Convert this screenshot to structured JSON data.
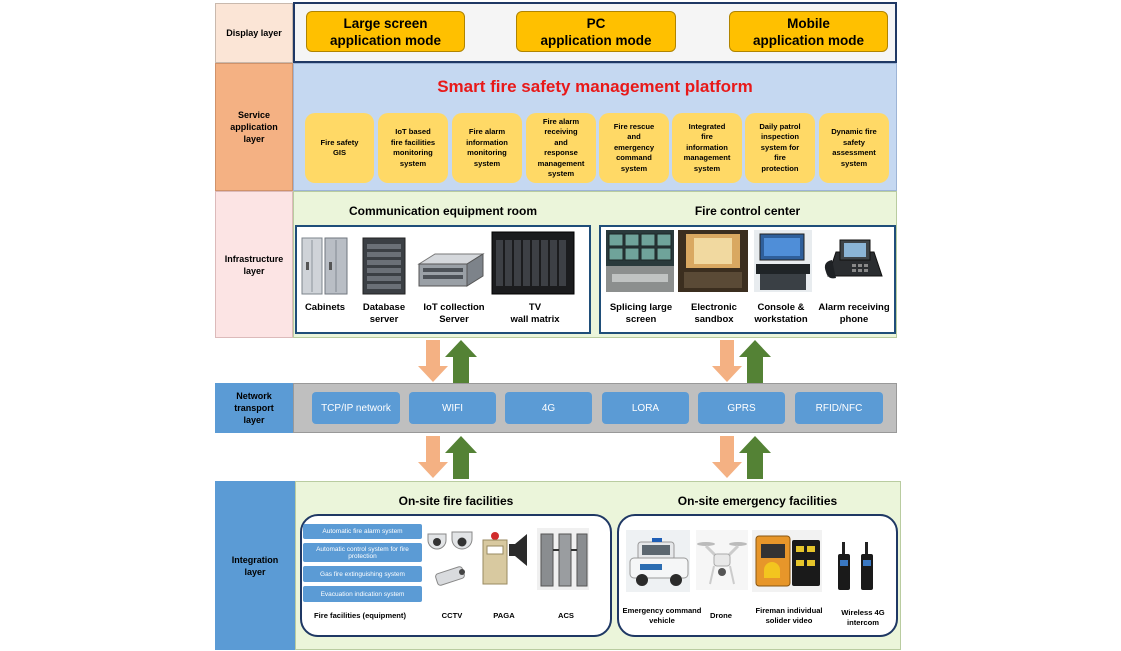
{
  "layers": {
    "display": "Display layer",
    "service": "Service application layer",
    "infrastructure": "Infrastructure layer",
    "network": "Network transport layer",
    "integration": "Integration layer"
  },
  "display_modes": [
    "Large screen\napplication mode",
    "PC\napplication mode",
    "Mobile\napplication mode"
  ],
  "service": {
    "title": "Smart fire safety management platform",
    "title_color": "#e81919",
    "systems": [
      "Fire safety\nGIS",
      "IoT based\nfire facilities\nmonitoring\nsystem",
      "Fire alarm\ninformation\nmonitoring\nsystem",
      "Fire alarm\nreceiving\nand\nresponse\nmanagement\nsystem",
      "Fire rescue\nand\nemergency\ncommand\nsystem",
      "Integrated\nfire\ninformation\nmanagement\nsystem",
      "Daily patrol\ninspection\nsystem for\nfire\nprotection",
      "Dynamic fire\nsafety\nassessment\nsystem"
    ]
  },
  "infrastructure": {
    "comm_room": {
      "title": "Communication equipment room",
      "items": [
        "Cabinets",
        "Database\nserver",
        "IoT collection\nServer",
        "TV\nwall matrix"
      ]
    },
    "fire_center": {
      "title": "Fire control center",
      "items": [
        "Splicing large\nscreen",
        "Electronic\nsandbox",
        "Console &\nworkstation",
        "Alarm receiving\nphone"
      ]
    }
  },
  "network": {
    "items": [
      "TCP/IP network",
      "WIFI",
      "4G",
      "LORA",
      "GPRS",
      "RFID/NFC"
    ]
  },
  "integration": {
    "fire_facilities": {
      "title": "On-site fire facilities",
      "systems": [
        "Automatic fire alarm system",
        "Automatic control system for fire protection",
        "Gas fire extinguishing system",
        "Evacuation indication system"
      ],
      "captions": [
        "Fire facilities (equipment)",
        "CCTV",
        "PAGA",
        "ACS"
      ]
    },
    "emergency": {
      "title": "On-site emergency facilities",
      "captions": [
        "Emergency command\nvehicle",
        "Drone",
        "Fireman individual\nsolider video",
        "Wireless 4G\nintercom"
      ]
    }
  },
  "colors": {
    "display_label_bg": "#fbe5d6",
    "service_label_bg": "#f4b183",
    "infra_label_bg": "#fce4e4",
    "network_label_bg": "#5b9bd5",
    "integration_label_bg": "#5b9bd5",
    "service_bg": "#c5d8f1",
    "infra_bg": "#ebf5da",
    "network_bg": "#bfbfbf",
    "accent_yellow": "#ffc000",
    "arrow_down": "#f4b183",
    "arrow_up": "#548235"
  }
}
